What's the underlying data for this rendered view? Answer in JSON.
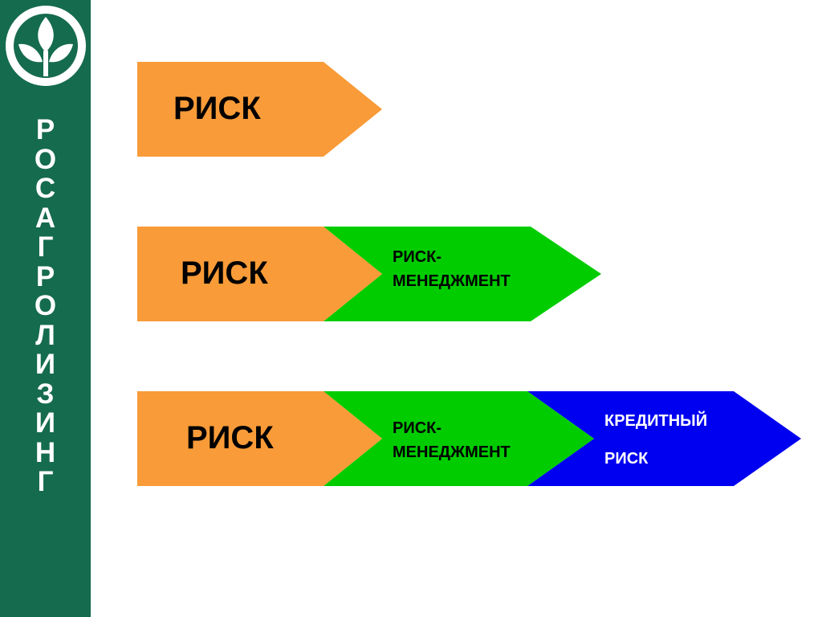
{
  "brand": {
    "letters": [
      "Р",
      "О",
      "С",
      "А",
      "Г",
      "Р",
      "О",
      "Л",
      "И",
      "З",
      "И",
      "Н",
      "Г"
    ],
    "logo_icon": "sprout-leaf-icon"
  },
  "colors": {
    "sidebar": "#156b4d",
    "risk": "#f99b38",
    "management": "#00cc00",
    "credit": "#0000f0"
  },
  "rows": [
    {
      "risk_label": "РИСК"
    },
    {
      "risk_label": "РИСК",
      "management_label_line1": "РИСК-",
      "management_label_line2": "МЕНЕДЖМЕНТ"
    },
    {
      "risk_label": "РИСК",
      "management_label_line1": "РИСК-",
      "management_label_line2": "МЕНЕДЖМЕНТ",
      "credit_label_line1": "КРЕДИТНЫЙ",
      "credit_label_line2": "РИСК"
    }
  ]
}
